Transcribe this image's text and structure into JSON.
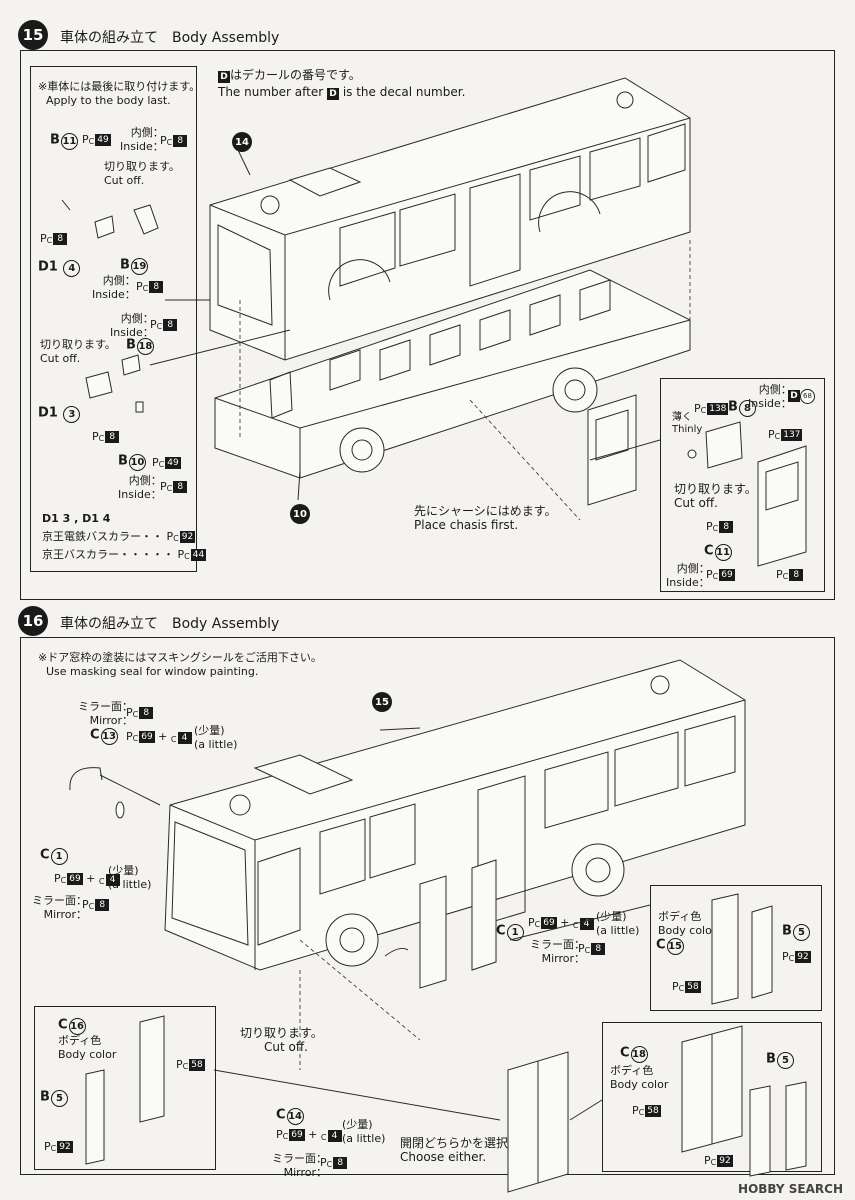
{
  "step15": {
    "number": "15",
    "title": "車体の組み立て　Body Assembly",
    "note_jp": "※車体には最後に取り付けます。",
    "note_en": "Apply to the body last.",
    "decal_note_jp": "はデカールの番号です。",
    "decal_note_en_a": "The number after",
    "decal_note_en_b": "is the decal number.",
    "decal_letter": "D",
    "callout_body": "14",
    "callout_chassis": "10",
    "labels": {
      "b11": "B",
      "b11_num": "11",
      "pc49": "49",
      "inside_jp": "内側：",
      "inside_en": "Inside：",
      "pc8": "8",
      "cut_jp": "切り取ります。",
      "cut_en": "Cut off.",
      "d1": "D1",
      "d1_num4": "4",
      "d1_num3": "3",
      "b19": "B",
      "b19_num": "19",
      "b18": "B",
      "b18_num": "18",
      "b10": "B",
      "b10_num": "10",
      "b8": "B",
      "b8_num": "8",
      "thin_jp": "薄く",
      "thin_en": "Thinly",
      "pc138": "138",
      "pc137": "137",
      "d68": "68",
      "c11": "C",
      "c11_num": "11",
      "pc69": "69",
      "d1_list": "D1 3 , D1 4",
      "keio_rail_jp": "京王電鉄バスカラー・・",
      "pc92": "92",
      "keio_bus_jp": "京王バスカラー・・・・・",
      "pc44": "44",
      "chassis_jp": "先にシャーシにはめます。",
      "chassis_en": "Place chasis first."
    }
  },
  "step16": {
    "number": "16",
    "title": "車体の組み立て　Body Assembly",
    "note_jp": "※ドア窓枠の塗装にはマスキングシールをご活用下さい。",
    "note_en": "Use masking seal for window painting.",
    "callout_body": "15",
    "labels": {
      "mirror_jp": "ミラー面：",
      "mirror_en": "Mirror：",
      "pc8": "8",
      "c13": "C",
      "c13_num": "13",
      "pc69": "69",
      "c4": "4",
      "little_jp": "(少量)",
      "little_en": "(a little)",
      "c1": "C",
      "c1_num": "1",
      "c14": "C",
      "c14_num": "14",
      "c15": "C",
      "c15_num": "15",
      "c16": "C",
      "c16_num": "16",
      "c18": "C",
      "c18_num": "18",
      "b5": "B",
      "b5_num": "5",
      "body_color_jp": "ボディ色",
      "body_color_en": "Body color",
      "pc58": "58",
      "pc92": "92",
      "cut_jp": "切り取ります。",
      "cut_en": "Cut off.",
      "choose_jp": "開閉どちらかを選択",
      "choose_en": "Choose either."
    }
  },
  "watermark": "HOBBY SEARCH"
}
